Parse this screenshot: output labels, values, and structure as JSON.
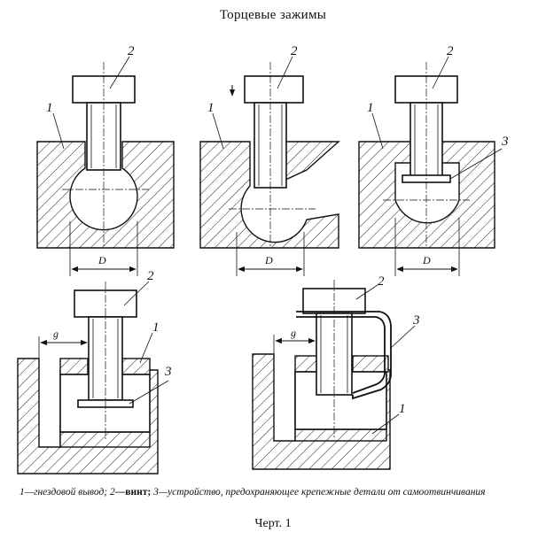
{
  "title": "Торцевые зажимы",
  "figure_label": "Черт. 1",
  "labels": {
    "part1": "1",
    "part2": "2",
    "part3": "3",
    "dim_D": "D",
    "dim_g": "g"
  },
  "legend": [
    {
      "num": "1",
      "text": "—гнездовой вывод; "
    },
    {
      "num": "2",
      "text": "—винт; "
    },
    {
      "num": "3",
      "text": "—устройство, предохраняющее крепежные детали от самоотвинчивания"
    }
  ]
}
